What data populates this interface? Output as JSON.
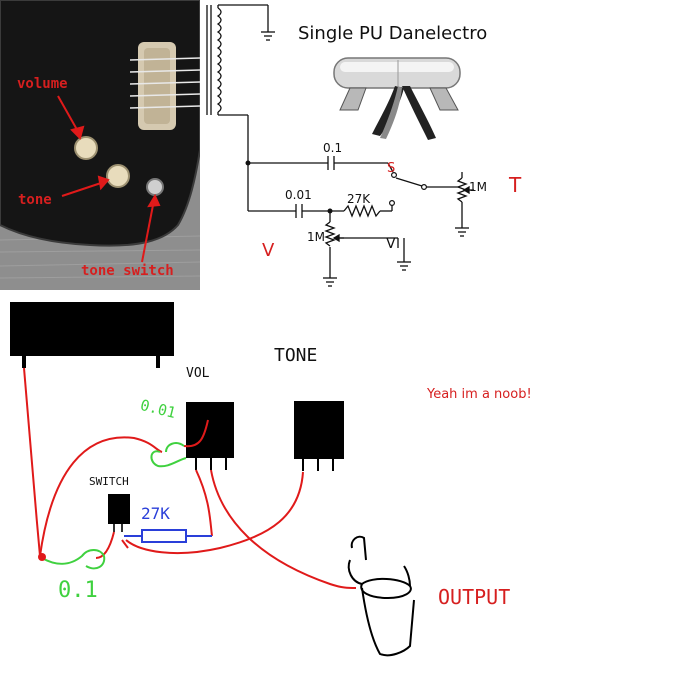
{
  "title": "Single PU Danelectro",
  "photo": {
    "volume_label": "volume",
    "tone_label": "tone",
    "tone_switch_label": "tone switch"
  },
  "schematic": {
    "cap_top": "0.1",
    "cap_bottom": "0.01",
    "resistor": "27K",
    "switch_mark": "S",
    "tone_pot": "1M",
    "tone_mark": "T",
    "vol_pot": "1M",
    "vol_mark": "V",
    "output_mark": "V"
  },
  "drawing": {
    "vol_label": "VOL",
    "tone_label": "TONE",
    "cap_small": "0.01",
    "switch_label": "SWITCH",
    "resistor": "27K",
    "cap_large": "0.1",
    "output_label": "OUTPUT",
    "note": "Yeah im a noob!"
  },
  "colors": {
    "wire_red": "#e01a1a",
    "cap_green": "#3fd13f",
    "resistor_blue": "#2a3fd9",
    "label_red": "#d61f1f",
    "guitar_body": "#161616",
    "wood": "#8c8c8c"
  }
}
